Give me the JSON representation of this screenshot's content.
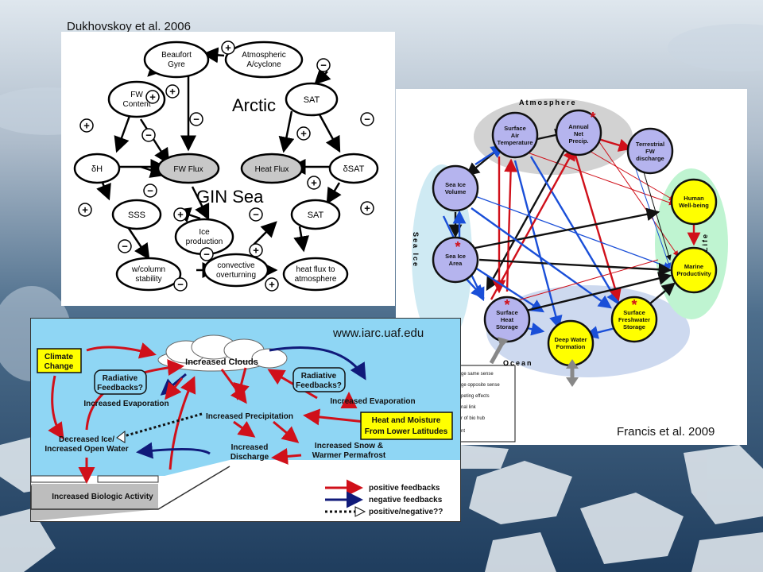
{
  "captions": {
    "dukhovskoy": "Dukhovskoy et al. 2006",
    "francis": "Francis et al. 2009",
    "iarc": "www.iarc.uaf.edu"
  },
  "colors": {
    "red": "#d0101a",
    "blue": "#1a4fd8",
    "navy": "#101a7a",
    "lilac": "#b5b4ee",
    "yellow": "#ffff00",
    "ocean": "#8fd6f4"
  },
  "arctic": {
    "region_arctic": "Arctic",
    "region_gin": "GIN Sea",
    "nodes": {
      "beaufort": [
        "Beaufort",
        "Gyre"
      ],
      "atmos": [
        "Atmospheric",
        "A/cyclone"
      ],
      "fwcontent": [
        "FW",
        "Content"
      ],
      "sat1": "SAT",
      "dh": "δH",
      "fwflux": "FW Flux",
      "heatflux": "Heat Flux",
      "dsat": "δSAT",
      "sss": "SSS",
      "sat2": "SAT",
      "ice": [
        "Ice",
        "production"
      ],
      "wcol": [
        "w/column",
        "stability"
      ],
      "conv": [
        "convective",
        "overturning"
      ],
      "hflux": [
        "heat flux to",
        "atmosphere"
      ]
    },
    "plus": "+",
    "minus": "−"
  },
  "francis_d": {
    "group_atmos": "Atmosphere",
    "group_ice": "Sea Ice",
    "group_ocean": "Ocean",
    "group_life": "Life",
    "star": "*",
    "nodes": {
      "sat": [
        "Surface",
        "Air",
        "Temperature"
      ],
      "anp": [
        "Annual",
        "Net",
        "Precip."
      ],
      "tfw": [
        "Terrestrial",
        "FW",
        "discharge"
      ],
      "siv": [
        "Sea Ice",
        "Volume"
      ],
      "hw": [
        "Human",
        "Well-being"
      ],
      "sia": [
        "Sea Ice",
        "Area"
      ],
      "mp": [
        "Marine",
        "Productivity"
      ],
      "shs": [
        "Surface",
        "Heat",
        "Storage"
      ],
      "sfs": [
        "Surface",
        "Freshwater",
        "Storage"
      ],
      "dwf": [
        "Deep Water",
        "Formation"
      ]
    },
    "legend": [
      "ge same sense",
      "ge opposite sense",
      "peting effects",
      "nal link",
      "r of bio hub",
      "nt"
    ]
  },
  "iarc_d": {
    "climate": [
      "Climate",
      "Change"
    ],
    "clouds": "Increased Clouds",
    "rad_left": [
      "Radiative",
      "Feedbacks?"
    ],
    "rad_right": [
      "Radiative",
      "Feedbacks?"
    ],
    "evap_left": "Increased Evaporation",
    "evap_right": "Increased Evaporation",
    "precip": "Increased Precipitation",
    "heat": [
      "Heat and Moisture",
      "From Lower Latitudes"
    ],
    "ice": [
      "Decreased Ice/",
      "Increased Open Water"
    ],
    "discharge": [
      "Increased",
      "Discharge"
    ],
    "snow": [
      "Increased Snow &",
      "Warmer Permafrost"
    ],
    "bio": "Increased Biologic Activity",
    "legend": [
      "positive feedbacks",
      "negative feedbacks",
      "positive/negative??"
    ]
  }
}
